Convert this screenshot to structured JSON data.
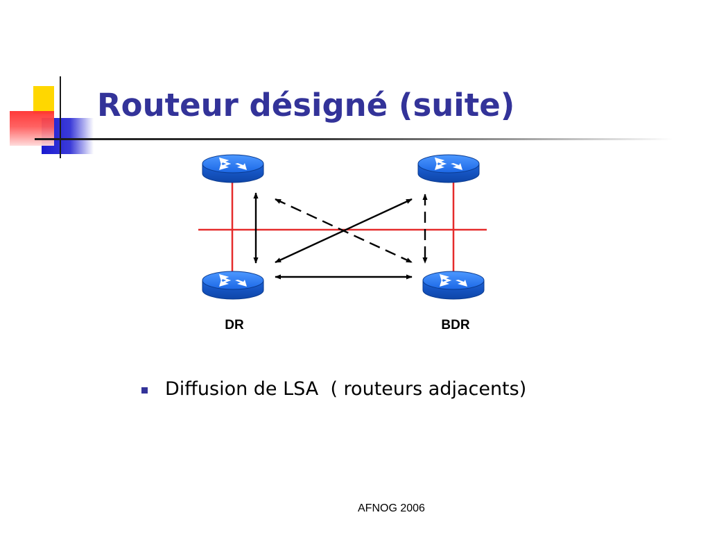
{
  "slide": {
    "title": "Routeur désigné (suite)",
    "bullets": [
      "Diffusion de LSA  ( routeurs adjacents)"
    ],
    "footer": "AFNOG 2006"
  },
  "diagram": {
    "router_labels": {
      "dr": "DR",
      "bdr": "BDR"
    },
    "colors": {
      "router_blue": "#1f6fe8",
      "segment_red": "#e52b2b",
      "arrow": "#000000"
    }
  },
  "theme": {
    "title_color": "#333399",
    "bullet_color": "#333399",
    "accent_yellow": "#ffd700",
    "accent_blue": "#2222cc",
    "accent_red": "#ff3333"
  }
}
